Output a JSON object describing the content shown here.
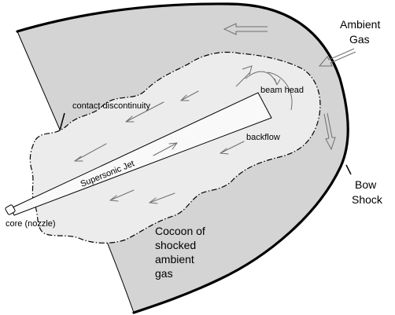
{
  "labels": {
    "ambient_gas_line1": "Ambient",
    "ambient_gas_line2": "Gas",
    "bow_shock_line1": "Bow",
    "bow_shock_line2": "Shock",
    "contact_discontinuity": "contact discontinuity",
    "beam_head": "beam head",
    "backflow": "backflow",
    "supersonic_jet": "Supersonic Jet",
    "core": "core (nozzle)",
    "cocoon_line1": "Cocoon of",
    "cocoon_line2": "shocked",
    "cocoon_line3": "ambient",
    "cocoon_line4": "gas"
  },
  "colors": {
    "cocoon_fill": "#d4d4d4",
    "inner_cocoon_fill": "#ececec",
    "jet_fill": "#f9f9f9",
    "ink": "#000000",
    "arrow": "#6e6e6e"
  }
}
